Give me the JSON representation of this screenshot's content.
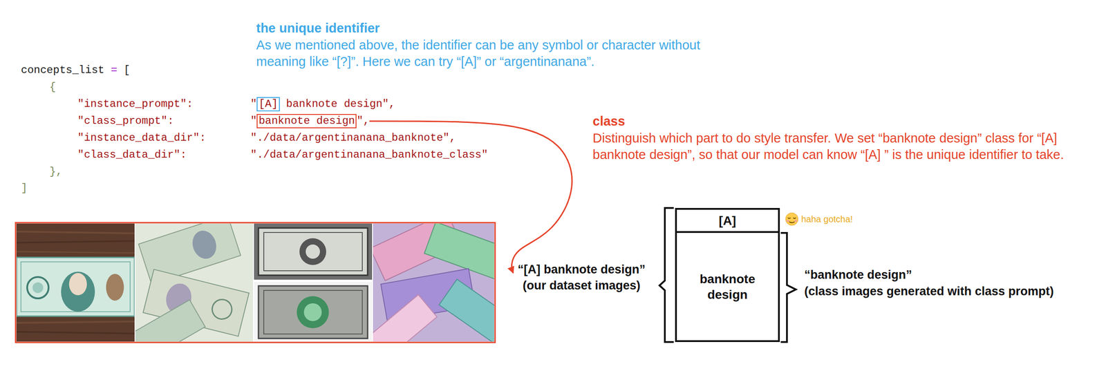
{
  "diagram": {
    "nodes": [
      {
        "text": [
          "[A]"
        ]
      },
      {
        "text": [
          "banknote design"
        ]
      },
      {
        "text": [
          "[A]"
        ]
      },
      {
        "text": [
          "banknote design"
        ]
      }
    ],
    "labels": [
      "concepts_list",
      "=",
      "[",
      "{",
      "\"instance_prompt\":",
      "\"",
      "banknote design\",",
      "\"class_prompt\":",
      "\"",
      "\",",
      "\"instance_data_dir\":",
      "\"./data/argentinanana_banknote\",",
      "\"class_data_dir\":",
      "\"./data/argentinanana_banknote_class\"",
      "},",
      "]",
      "the unique identifier",
      "As we mentioned above, the identifier can be any symbol or character without meaning like “[?]”. Here we can try “[A]” or “argentinanana”.",
      "class",
      "Distinguish which part to do style transfer. We set “banknote design” class for “[A] banknote design”, so that our model can know “[A] ” is the unique identifier to take.",
      "“[A] banknote design”",
      "(our dataset images)",
      "haha gotcha!",
      "“banknote design”",
      "(class images generated with class prompt)"
    ]
  }
}
